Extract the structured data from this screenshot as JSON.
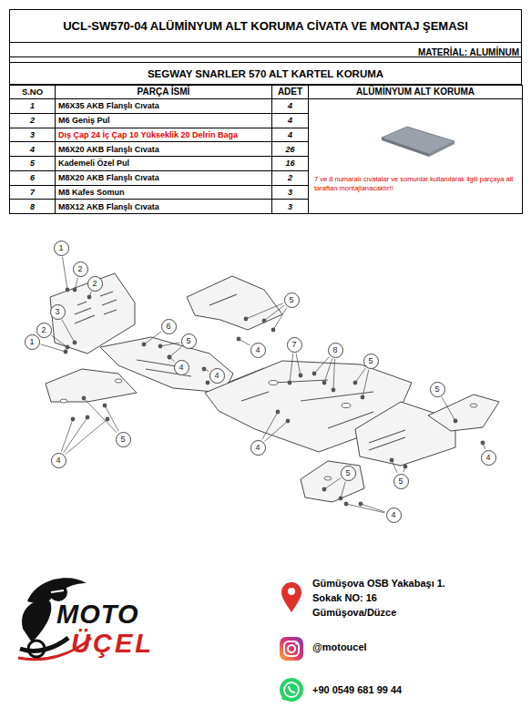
{
  "diagram": {
    "title": "UCL-SW570-04 ALÜMİNYUM ALT KORUMA CİVATA VE MONTAJ ŞEMASI",
    "nodes": [
      {
        "text": [
          "1"
        ]
      },
      {
        "text": [
          "2"
        ]
      },
      {
        "text": [
          "2"
        ]
      },
      {
        "text": [
          "5"
        ]
      },
      {
        "text": [
          "3"
        ]
      },
      {
        "text": [
          "6"
        ]
      },
      {
        "text": [
          "2"
        ]
      },
      {
        "text": [
          "1"
        ]
      },
      {
        "text": [
          "5"
        ]
      },
      {
        "text": [
          "7"
        ]
      },
      {
        "text": [
          "8"
        ]
      },
      {
        "text": [
          "4"
        ]
      },
      {
        "text": [
          "5"
        ]
      },
      {
        "text": [
          "4"
        ]
      },
      {
        "text": [
          "4"
        ]
      },
      {
        "text": [
          "5"
        ]
      },
      {
        "text": [
          "5"
        ]
      },
      {
        "text": [
          "5"
        ]
      },
      {
        "text": [
          "4"
        ]
      },
      {
        "text": [
          "4"
        ]
      },
      {
        "text": [
          "4"
        ]
      },
      {
        "text": [
          "5"
        ]
      },
      {
        "text": [
          "4"
        ]
      }
    ],
    "labels": [
      "MATERİAL: ALUMİNUM",
      "SEGWAY SNARLER 570 ALT KARTEL KORUMA",
      "S.NO",
      "PARÇA İSMİ",
      "ADET",
      "ALÜMİNYUM ALT KORUMA",
      "1",
      "M6X35 AKB Flanşlı Cıvata",
      "4",
      "2",
      "M6 Geniş Pul",
      "4",
      "3",
      "Dış Çap 24 İç Çap 10 Yükseklik 20 Delrin Baga",
      "4",
      "4",
      "M6X20 AKB Flanşlı Cıvata",
      "26",
      "5",
      "Kademeli Özel Pul",
      "16",
      "6",
      "M8X20 AKB Flanşlı Cıvata",
      "2",
      "7",
      "M8 Kafes Somun",
      "3",
      "8",
      "M8X12 AKB Flanşlı Cıvata",
      "3",
      "7 ve 8 numaralı cıvatalar ve somunlar kullanılarak ilgili parçaya alt taraftan montajlanacaktır!!",
      "MOTO",
      "ÜÇEL",
      "Gümüşova OSB Yakabaşı 1. Sokak NO: 16 Gümüşova/Düzce",
      "@motoucel",
      "+90 0549 681 99 44"
    ]
  }
}
